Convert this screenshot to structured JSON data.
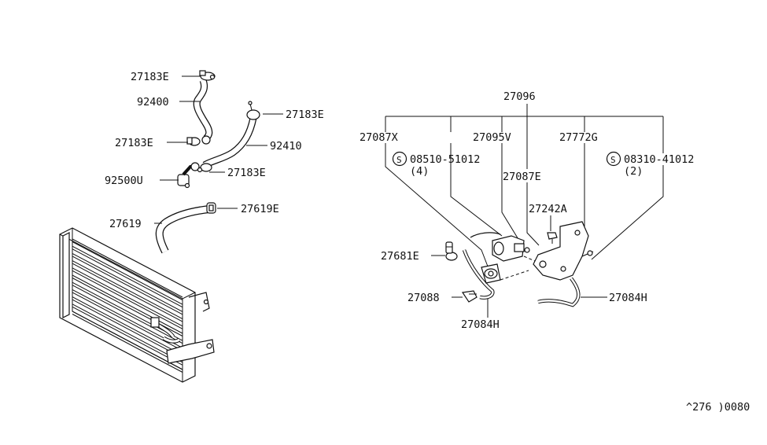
{
  "labels": {
    "l27183e_a": "27183E",
    "l92400": "92400",
    "l27183e_b": "27183E",
    "l27183e_c": "27183E",
    "l92410": "92410",
    "l92500u": "92500U",
    "l27183e_d": "27183E",
    "l27619": "27619",
    "l27619e": "27619E",
    "l27096": "27096",
    "l27087x": "27087X",
    "l27095v": "27095V",
    "l27772g": "27772G",
    "l08510": "08510-51012",
    "l08510q": "(4)",
    "l08310": "08310-41012",
    "l08310q": "(2)",
    "l27087e": "27087E",
    "l27242a": "27242A",
    "l27681e": "27681E",
    "l27088": "27088",
    "l27084h_a": "27084H",
    "l27084h_b": "27084H",
    "screw_symbol": "S",
    "diagram_id": "^276 )0080"
  }
}
